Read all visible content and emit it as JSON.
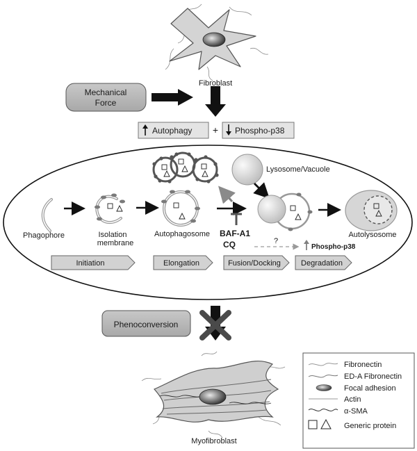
{
  "cells": {
    "fibroblast": "Fibroblast",
    "myofibroblast": "Myofibroblast"
  },
  "inputs": {
    "mechanical_force_line1": "Mechanical",
    "mechanical_force_line2": "Force"
  },
  "effects": {
    "autophagy": "Autophagy",
    "plus": "+",
    "phospho_p38": "Phospho-p38"
  },
  "stages": {
    "phagophore": "Phagophore",
    "isolation_line1": "Isolation",
    "isolation_line2": "membrane",
    "autophagosome": "Autophagosome",
    "lysosome": "Lysosome/Vacuole",
    "autolysosome": "Autolysosome"
  },
  "inhibitors": {
    "baf": "BAF-A1",
    "cq": "CQ",
    "question": "?",
    "phospho_p38_small": "Phospho-p38"
  },
  "steps": [
    "Initiation",
    "Elongation",
    "Fusion/Docking",
    "Degradation"
  ],
  "phenoconversion": "Phenoconversion",
  "legend": [
    {
      "label": "Fibronectin",
      "icon": "fibronectin-line"
    },
    {
      "label": "ED-A Fibronectin",
      "icon": "eda-fibronectin-line"
    },
    {
      "label": "Focal adhesion",
      "icon": "focal-adhesion-ellipse"
    },
    {
      "label": "Actin",
      "icon": "actin-line"
    },
    {
      "label": "α-SMA",
      "icon": "alpha-sma-wave"
    },
    {
      "label": "Generic protein",
      "icon": "square-triangle"
    }
  ],
  "colors": {
    "box_fill": "#b8b8b8",
    "light_box_fill": "#e4e4e4",
    "arrow_dark": "#111111",
    "arrow_gray": "#808080",
    "membrane_gray": "#9a9a9a"
  }
}
